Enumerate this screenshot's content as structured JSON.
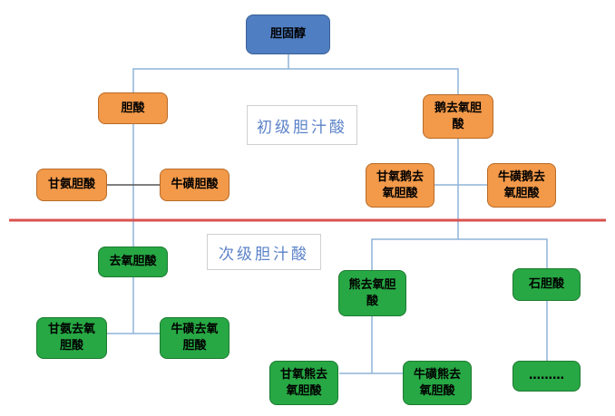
{
  "diagram": {
    "root": "胆固醇",
    "primary_label": "初级胆汁酸",
    "secondary_label": "次级胆汁酸",
    "primary": {
      "cholic_acid": "胆酸",
      "chenodeoxycholic_acid": "鹅去氧胆\n酸",
      "glycocholic_acid": "甘氨胆酸",
      "taurocholic_acid": "牛磺胆酸",
      "glycochenodeoxycholic_acid": "甘氧鹅去\n氧胆酸",
      "taurochenodeoxycholic_acid": "牛磺鹅去\n氧胆酸"
    },
    "secondary": {
      "deoxycholic_acid": "去氧胆酸",
      "glycodeoxycholic_acid": "甘氨去氧\n胆酸",
      "taurodeoxycholic_acid": "牛磺去氧\n胆酸",
      "ursodeoxycholic_acid": "熊去氧胆\n酸",
      "lithocholic_acid": "石胆酸",
      "glycoursodeoxycholic_acid": "甘氧熊去\n氧胆酸",
      "tauroursodeoxycholic_acid": "牛磺熊去\n氧胆酸",
      "more": "………"
    },
    "colors": {
      "root": "#4f7ec2",
      "primary": "#f2994a",
      "secondary": "#27a844",
      "connector": "#8fb3d9",
      "divider": "#d9534f"
    }
  }
}
